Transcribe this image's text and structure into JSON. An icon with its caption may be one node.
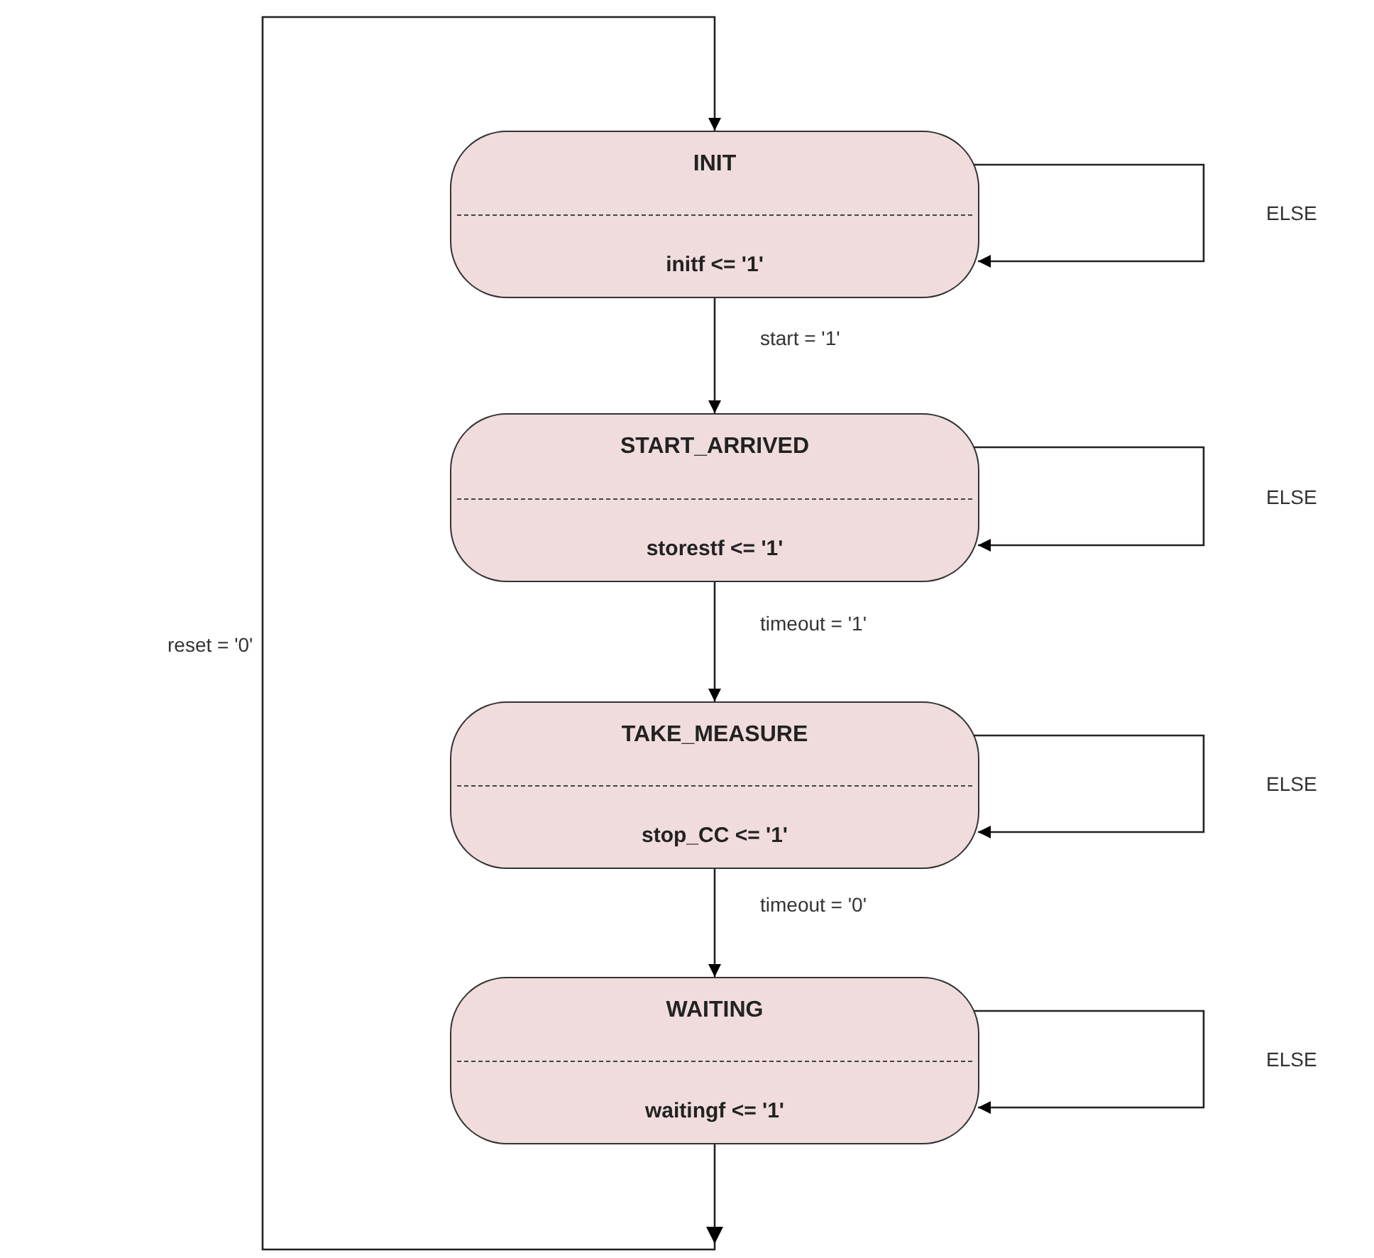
{
  "diagram": {
    "nodes": [
      {
        "text": [
          "INIT",
          "initf <= '1'"
        ]
      },
      {
        "text": [
          "START_ARRIVED",
          "storestf <= '1'"
        ]
      },
      {
        "text": [
          "TAKE_MEASURE",
          "stop_CC <= '1'"
        ]
      },
      {
        "text": [
          "WAITING",
          "waitingf <= '1'"
        ]
      }
    ],
    "edges": [
      {
        "from": 0,
        "to": 1,
        "arrow": "to",
        "label": "start = '1'"
      },
      {
        "from": 1,
        "to": 2,
        "arrow": "to",
        "label": "timeout = '1'"
      },
      {
        "from": 2,
        "to": 3,
        "arrow": "to",
        "label": "timeout = '0'"
      },
      {
        "from": 3,
        "to": 0,
        "arrow": "to",
        "label": "reset = '0'"
      },
      {
        "from": 0,
        "to": 0,
        "arrow": "to",
        "label": "ELSE"
      },
      {
        "from": 1,
        "to": 1,
        "arrow": "to",
        "label": "ELSE"
      },
      {
        "from": 2,
        "to": 2,
        "arrow": "to",
        "label": "ELSE"
      },
      {
        "from": 3,
        "to": 3,
        "arrow": "to",
        "label": "ELSE"
      }
    ]
  }
}
